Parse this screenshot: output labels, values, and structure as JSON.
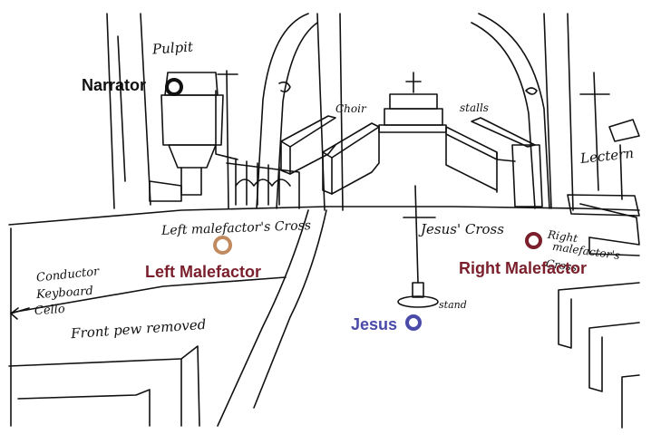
{
  "sketch_labels": {
    "pulpit": "Pulpit",
    "choir": "Choir",
    "stalls": "stalls",
    "lectern": "Lectern",
    "left_cross": "Left malefactor's Cross",
    "jesus_cross": "Jesus' Cross",
    "right_cross_1": "Right",
    "right_cross_2": "malefactor's",
    "right_cross_3": "Cross",
    "stand": "stand",
    "conductor": "Conductor",
    "keyboard": "Keyboard",
    "cello": "Cello",
    "front_pew": "Front pew removed"
  },
  "roles": {
    "narrator": "Narrator",
    "left_malefactor": "Left Malefactor",
    "right_malefactor": "Right Malefactor",
    "jesus": "Jesus"
  },
  "colors": {
    "narrator": "#111111",
    "left_malefactor_label": "#7a1f2b",
    "left_malefactor_marker": "#c28a5f",
    "right_malefactor": "#7a1f2b",
    "jesus": "#4a4aa8"
  }
}
